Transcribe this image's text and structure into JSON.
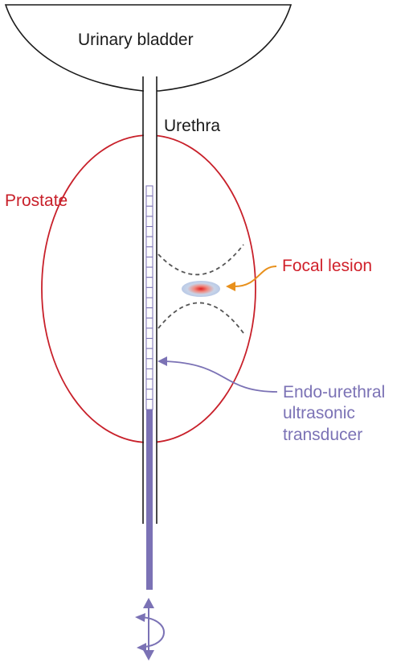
{
  "labels": {
    "bladder": "Urinary bladder",
    "urethra": "Urethra",
    "prostate": "Prostate",
    "lesion": "Focal lesion",
    "transducer_line1": "Endo-urethral",
    "transducer_line2": "ultrasonic",
    "transducer_line3": "transducer"
  },
  "colors": {
    "outline": "#1a1a1a",
    "prostate": "#c8202a",
    "lesion_text": "#d0202a",
    "lesion_arrow": "#e8901c",
    "transducer": "#7b72b5",
    "focus_zone": "#555555"
  },
  "transducer": {
    "element_count": 22
  }
}
